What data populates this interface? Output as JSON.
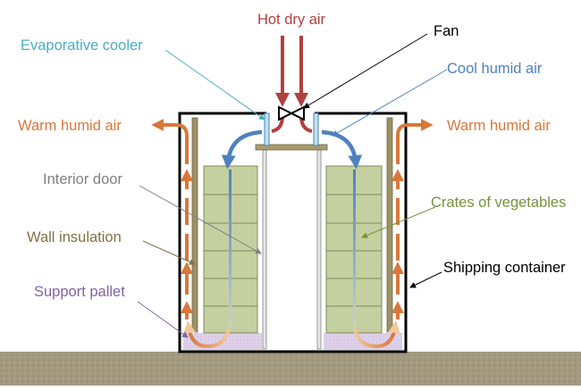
{
  "labels": {
    "hot_dry_air": "Hot dry air",
    "fan": "Fan",
    "evaporative_cooler": "Evaporative cooler",
    "cool_humid_air": "Cool humid air",
    "warm_humid_air_left": "Warm humid air",
    "warm_humid_air_right": "Warm humid air",
    "interior_door": "Interior door",
    "crates_of_vegetables": "Crates of vegetables",
    "wall_insulation": "Wall insulation",
    "shipping_container": "Shipping container",
    "support_pallet": "Support pallet"
  },
  "colors": {
    "hot_air": "#b0413e",
    "cool_air": "#4f81bd",
    "warm_air": "#d9773a",
    "evaporative_cooler_label": "#4bacc6",
    "crates_label": "#76923c",
    "insulation_label": "#7f7148",
    "pallet_label": "#8064a2",
    "crate_fill": "#c4d0a0",
    "ground": "#a39a80",
    "pallet_fill": "#ddd0e8"
  },
  "icons": [
    "fan-icon"
  ]
}
